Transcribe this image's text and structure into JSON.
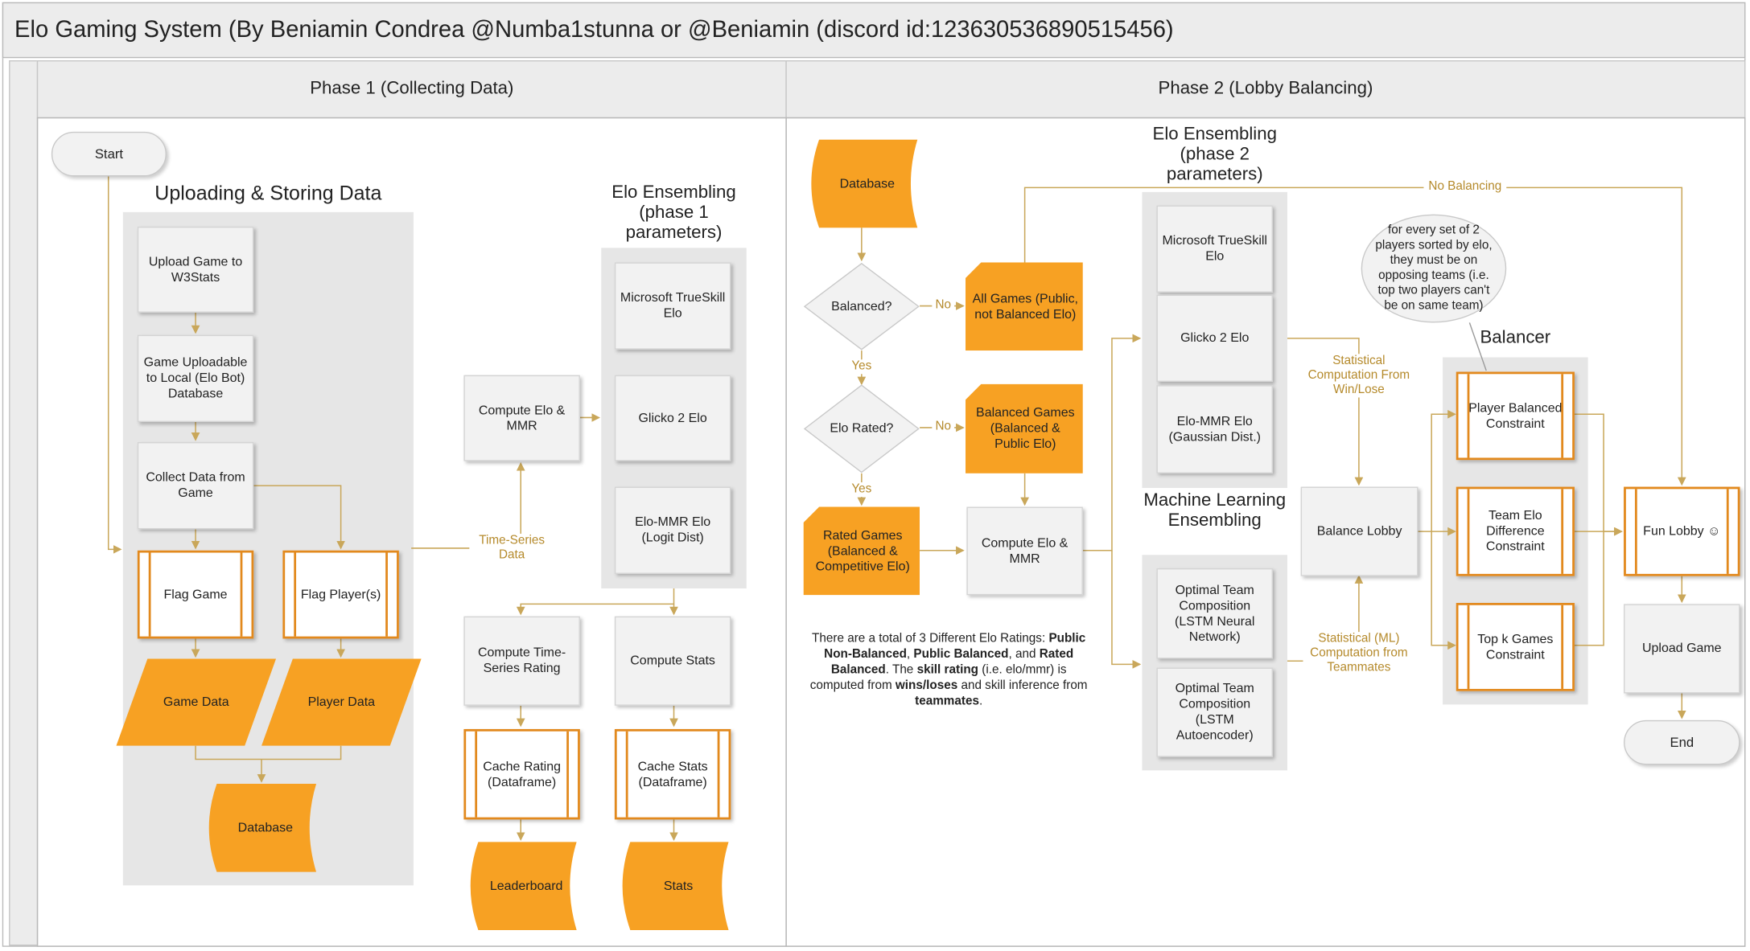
{
  "title": "Elo Gaming System (By Beniamin Condrea @Numba1stunna or @Beniamin (discord id:123630536890515456)",
  "phase1": {
    "header": "Phase 1 (Collecting Data)",
    "start": "Start",
    "upload_group_title": "Uploading & Storing Data",
    "upload_game": "Upload Game to W3Stats",
    "game_uploadable": "Game Uploadable to Local (Elo Bot) Database",
    "collect_data": "Collect Data from Game",
    "flag_game": "Flag Game",
    "flag_players": "Flag Player(s)",
    "game_data": "Game Data",
    "player_data": "Player Data",
    "database": "Database",
    "time_series_label": "Time-Series Data",
    "compute_elo": "Compute Elo & MMR",
    "ensembling_title": "Elo Ensembling (phase 1 parameters)",
    "trueskill": "Microsoft TrueSkill Elo",
    "glicko": "Glicko 2 Elo",
    "elo_mmr": "Elo-MMR Elo (Logit Dist)",
    "compute_ts": "Compute Time-Series Rating",
    "compute_stats": "Compute Stats",
    "cache_rating": "Cache Rating (Dataframe)",
    "cache_stats": "Cache Stats (Dataframe)",
    "leaderboard": "Leaderboard",
    "stats": "Stats"
  },
  "phase2": {
    "header": "Phase 2 (Lobby Balancing)",
    "database": "Database",
    "balanced_q": "Balanced?",
    "elo_rated_q": "Elo Rated?",
    "no": "No",
    "yes": "Yes",
    "all_games": "All Games (Public, not Balanced Elo)",
    "balanced_games": "Balanced Games (Balanced & Public Elo)",
    "rated_games": "Rated Games (Balanced & Competitive Elo)",
    "compute_elo": "Compute Elo & MMR",
    "ensembling_title": "Elo Ensembling (phase 2 parameters)",
    "trueskill": "Microsoft TrueSkill Elo",
    "glicko": "Glicko 2 Elo",
    "elo_mmr": "Elo-MMR Elo (Gaussian Dist.)",
    "ml_title": "Machine Learning Ensembling",
    "lstm_nn": "Optimal Team Composition (LSTM Neural Network)",
    "lstm_ae": "Optimal Team Composition (LSTM Autoencoder)",
    "stat_win_lose": "Statistical Computation From Win/Lose",
    "stat_ml": "Statistical (ML) Computation from Teammates",
    "balance_lobby": "Balance Lobby",
    "no_balancing": "No Balancing",
    "bubble": "for every set of 2 players sorted by elo, they must be on opposing teams (i.e. top two players can't be on same team)",
    "balancer_title": "Balancer",
    "player_constraint": "Player Balanced Constraint",
    "team_constraint": "Team Elo Difference Constraint",
    "topk_constraint": "Top k Games Constraint",
    "fun_lobby": "Fun Lobby ☺",
    "upload_game": "Upload Game",
    "end": "End",
    "note_1": "There are a total of 3 Different Elo Ratings: ",
    "note_b1": "Public Non-Balanced",
    "note_2": ", ",
    "note_b2": "Public Balanced",
    "note_3": ", and ",
    "note_b3": "Rated Balanced",
    "note_4": ". The ",
    "note_b4": "skill rating",
    "note_5": " (i.e. elo/mmr) is computed from ",
    "note_b5": "wins/loses",
    "note_6": " and skill inference from ",
    "note_b6": "teammates",
    "note_7": "."
  },
  "colors": {
    "orange": "#f7a123",
    "connector": "#c9a75a",
    "group": "#e6e6e6",
    "box": "#f2f2f2"
  }
}
